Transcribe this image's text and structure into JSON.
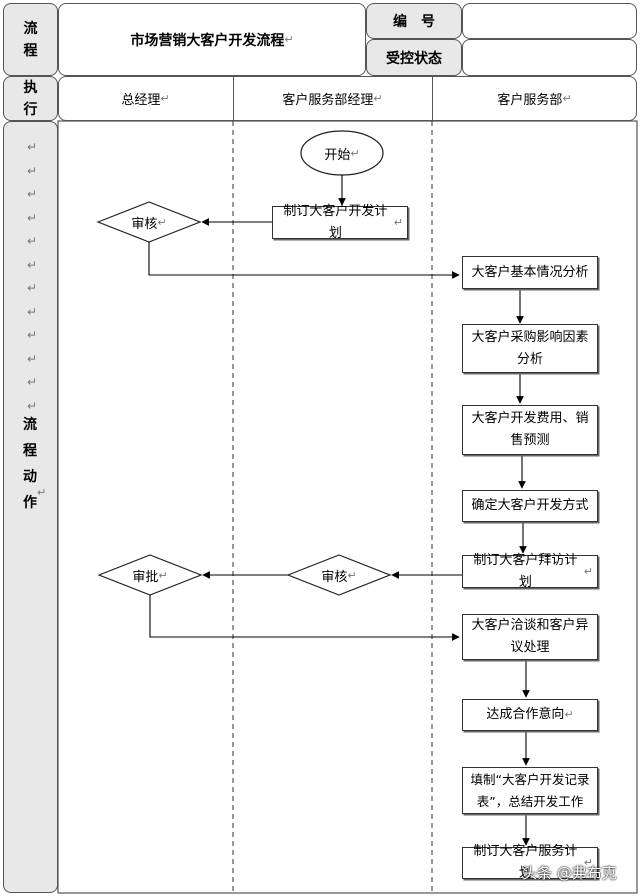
{
  "header": {
    "left_label": "流程",
    "title": "市场营销大客户开发流程",
    "code_label": "编　号",
    "status_label": "受控状态",
    "exec_label": "执行"
  },
  "lanes": [
    "总经理",
    "客户服务部经理",
    "客户服务部"
  ],
  "sidebar_label": "流程动作",
  "nodes": {
    "start": "开始",
    "plan": "制订大客户开发计划",
    "review1": "审核",
    "analysis": "大客户基本情况分析",
    "factors": "大客户采购影响因素分析",
    "forecast": "大客户开发费用、销售预测",
    "method": "确定大客户开发方式",
    "visit": "制订大客户拜访计划",
    "review2": "审核",
    "approve": "审批",
    "negotiate": "大客户洽谈和客户异议处理",
    "agreement": "达成合作意向",
    "record": "填制“大客户开发记录表”，总结开发工作",
    "service": "制订大客户服务计划"
  },
  "watermark": "头条 @弗布克"
}
